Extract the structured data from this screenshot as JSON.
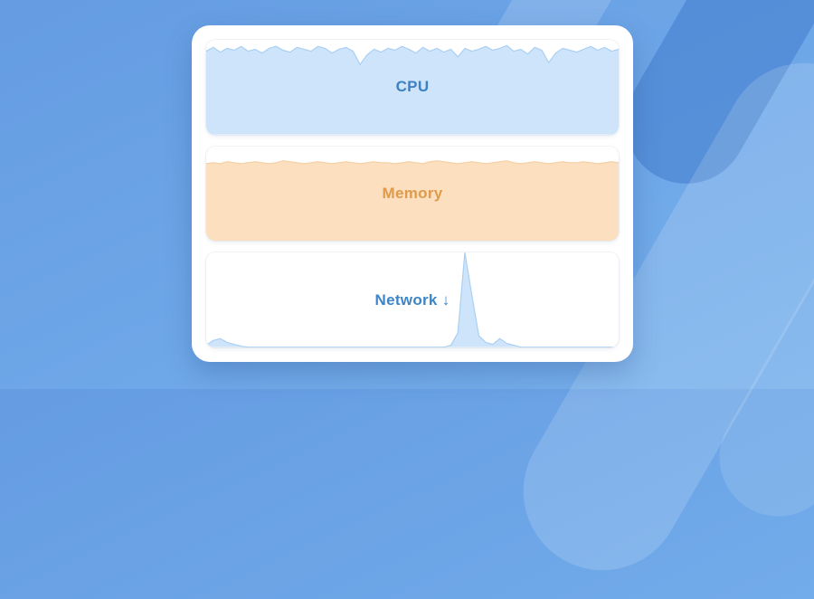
{
  "widget": {
    "name": "system-monitor"
  },
  "accent_colors": {
    "background_blue": "#6ea7e8",
    "card_white": "#ffffff",
    "cpu_blue": "#3d80c3",
    "memory_orange": "#df9a4a",
    "network_blue": "#3c85c8"
  },
  "chart_data": [
    {
      "type": "area",
      "title": "CPU",
      "title_color": "#3d80c3",
      "fill": "#cde4fa",
      "line": "#abd0f2",
      "ylim": [
        0,
        100
      ],
      "values": [
        88,
        92,
        87,
        91,
        89,
        93,
        88,
        90,
        86,
        91,
        93,
        89,
        87,
        92,
        90,
        88,
        93,
        91,
        86,
        90,
        92,
        88,
        74,
        84,
        90,
        87,
        91,
        89,
        93,
        90,
        86,
        92,
        88,
        91,
        87,
        90,
        82,
        91,
        88,
        90,
        93,
        89,
        91,
        94,
        88,
        90,
        85,
        92,
        89,
        76,
        86,
        91,
        89,
        87,
        90,
        93,
        89,
        92,
        88,
        90
      ]
    },
    {
      "type": "area",
      "title": "Memory",
      "title_color": "#df9a4a",
      "fill": "#fbdfbf",
      "line": "#f4d0a6",
      "ylim": [
        0,
        100
      ],
      "values": [
        82,
        83,
        82,
        84,
        83,
        82,
        83,
        84,
        83,
        82,
        83,
        85,
        84,
        83,
        82,
        83,
        84,
        83,
        82,
        83,
        84,
        83,
        82,
        83,
        84,
        83,
        83,
        82,
        83,
        84,
        83,
        82,
        84,
        85,
        84,
        83,
        82,
        83,
        84,
        83,
        82,
        83,
        84,
        85,
        83,
        82,
        83,
        84,
        83,
        82,
        83,
        84,
        83,
        83,
        84,
        83,
        82,
        83,
        84,
        83
      ]
    },
    {
      "type": "area",
      "title": "Network ↓",
      "title_color": "#3c85c8",
      "fill": "#cde4fa",
      "line": "#abd0f2",
      "ylim": [
        0,
        100
      ],
      "values": [
        2,
        7,
        9,
        5,
        3,
        1,
        0,
        0,
        0,
        0,
        0,
        0,
        0,
        0,
        0,
        0,
        0,
        0,
        0,
        0,
        0,
        0,
        0,
        0,
        0,
        0,
        0,
        0,
        0,
        0,
        0,
        0,
        0,
        0,
        0,
        2,
        15,
        100,
        55,
        12,
        5,
        3,
        9,
        4,
        2,
        0,
        0,
        0,
        0,
        0,
        0,
        0,
        0,
        0,
        0,
        0,
        0,
        0,
        0,
        0
      ]
    }
  ]
}
